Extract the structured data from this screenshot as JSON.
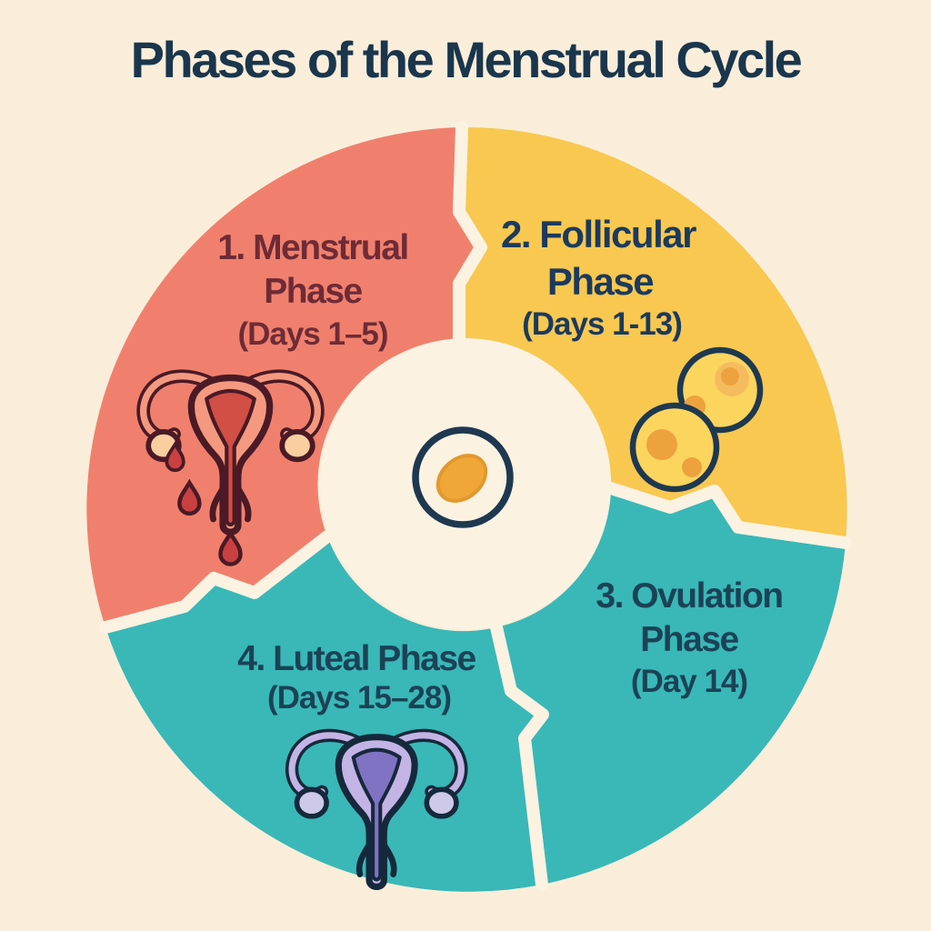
{
  "title": "Phases of the Menstrual Cycle",
  "colors": {
    "background": "#FAEEDA",
    "divider_gap": "#FBF2E2",
    "hole_fill": "#FBF2E2",
    "title_text": "#1A364D",
    "icon_outline": "#1E3850",
    "egg_yolk": "#F0A737",
    "egg_yolk_rim": "#E1992D",
    "follicle_fill": "#FBD55E",
    "follicle_spot": "#EEA23E",
    "follicle_spot_light": "#F5BC5F",
    "drop_fill": "#C94040"
  },
  "wheel": {
    "center_icon": "ovum-icon",
    "phases": [
      {
        "id": "menstrual",
        "label_lines": [
          "1. Menstrual",
          "Phase",
          "(Days 1–5)"
        ],
        "color": "#F0806D",
        "text_color": "#6E2B36",
        "icon": "uterus-menstrual-icon"
      },
      {
        "id": "follicular",
        "label_lines": [
          "2. Follicular",
          "Phase",
          "(Days 1-13)"
        ],
        "color": "#F8C850",
        "text_color": "#1B3A5E",
        "icon": "ovarian-follicles-icon"
      },
      {
        "id": "ovulation",
        "label_lines": [
          "3. Ovulation",
          "Phase",
          "(Day 14)"
        ],
        "color": "#39B8B7",
        "text_color": "#1B4257",
        "icon": ""
      },
      {
        "id": "luteal",
        "label_lines": [
          "4. Luteal Phase",
          "(Days 15–28)"
        ],
        "color": "#39B8B7",
        "text_color": "#1B4257",
        "icon": "uterus-luteal-icon"
      }
    ]
  }
}
